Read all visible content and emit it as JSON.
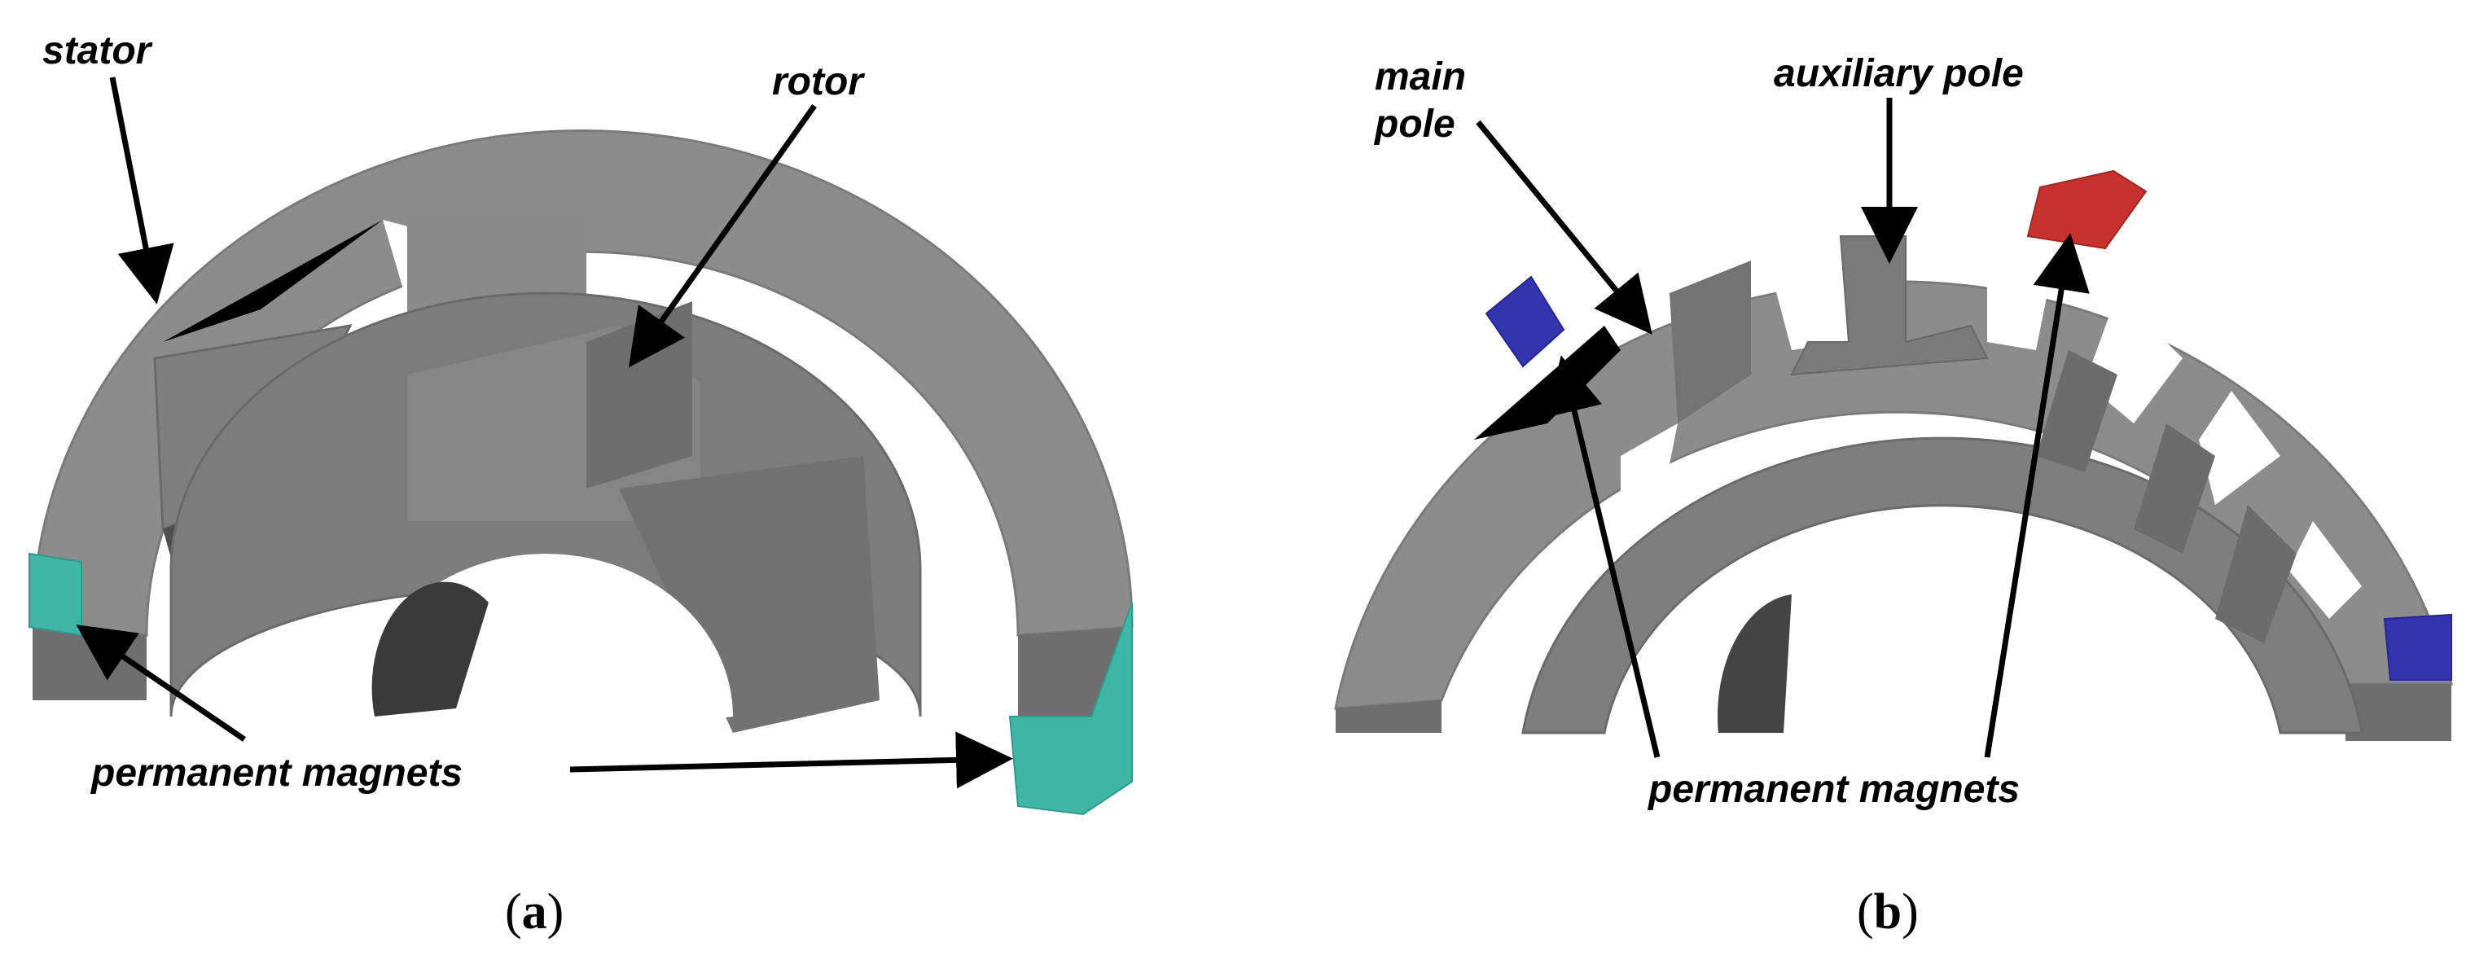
{
  "panel_a": {
    "caption_letter": "a",
    "labels": {
      "stator": "stator",
      "rotor": "rotor",
      "permanent_magnets": "permanent magnets"
    }
  },
  "panel_b": {
    "caption_letter": "b",
    "labels": {
      "main_pole_line1": "main",
      "main_pole_line2": "pole",
      "auxiliary_pole": "auxiliary pole",
      "permanent_magnets": "permanent magnets"
    }
  },
  "colors": {
    "steel_top": "#8c8c8c",
    "steel_side": "#6e6e6e",
    "steel_dark": "#5a5a5a",
    "magnet_a": "#3fb6a8",
    "magnet_b_blue": "#3434b0",
    "magnet_b_red": "#c8322e"
  }
}
